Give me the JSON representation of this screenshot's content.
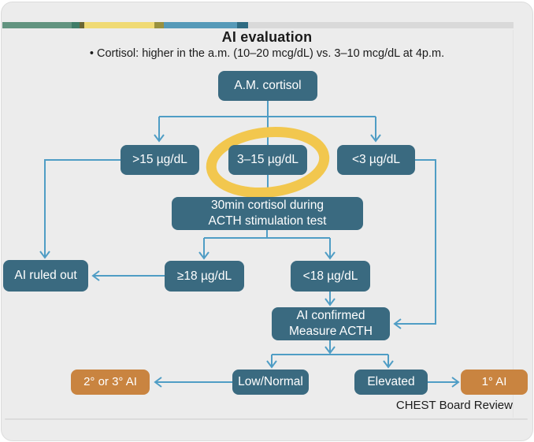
{
  "figure": {
    "title": "AI evaluation",
    "bullet": "Cortisol: higher in the a.m. (10–20 mcg/dL) vs. 3–10 mcg/dL at 4p.m.",
    "credit": "CHEST Board Review"
  },
  "colors": {
    "node_teal": "#3a6a80",
    "node_orange": "#c98440",
    "arrow_blue": "#4f9dc5",
    "highlight_yellow": "#f2c74e",
    "card_background": "#ececec",
    "stripe": [
      "#629480",
      "#3f7d68",
      "#6b6734",
      "#f0da74",
      "#99913f",
      "#569ab8",
      "#2f6b82",
      "#d9d9d9"
    ]
  },
  "nodes": {
    "am_cortisol": "A.M. cortisol",
    "gt15": ">15 µg/dL",
    "mid_3_15": "3–15 µg/dL",
    "lt3": "<3 µg/dL",
    "acth_test_line1": "30min cortisol during",
    "acth_test_line2": "ACTH stimulation test",
    "ai_ruled_out": "AI ruled out",
    "ge18": "≥18 µg/dL",
    "lt18": "<18 µg/dL",
    "confirmed_line1": "AI confirmed",
    "confirmed_line2": "Measure ACTH",
    "low_normal": "Low/Normal",
    "elevated": "Elevated",
    "secondary_tertiary_ai": "2° or 3° AI",
    "primary_ai": "1° AI"
  }
}
